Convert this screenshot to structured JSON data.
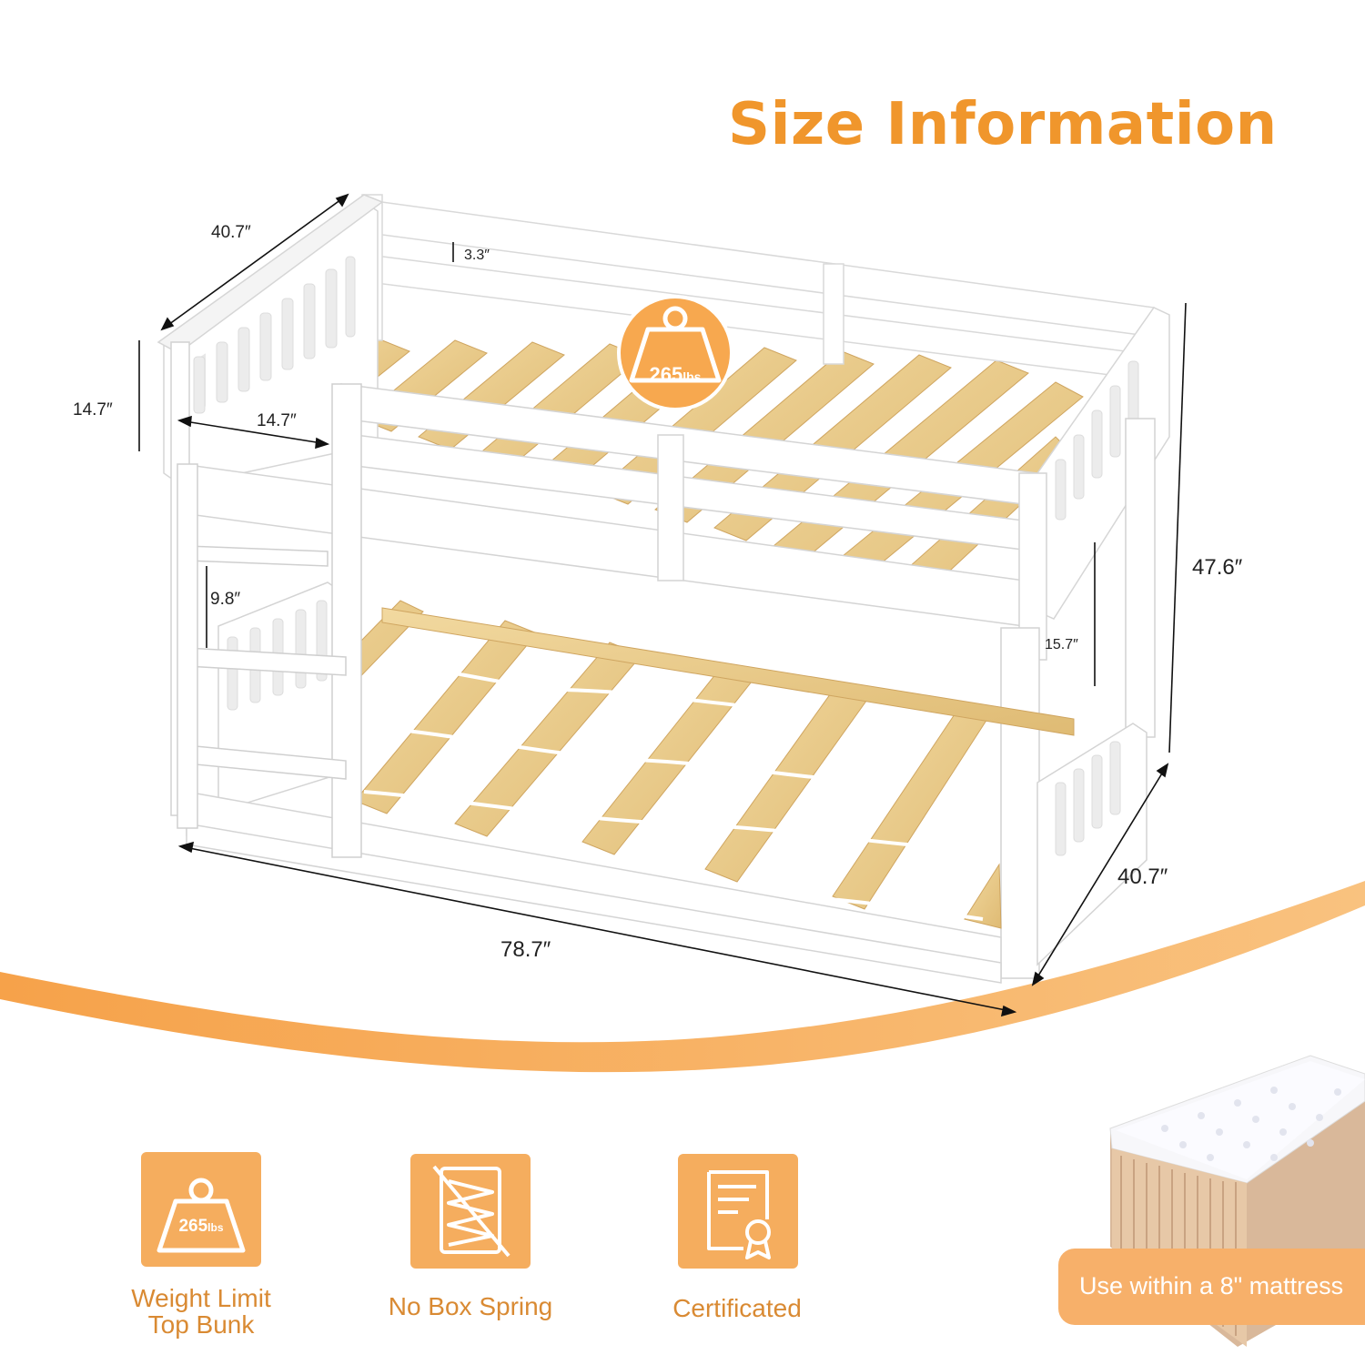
{
  "title": "Size Information",
  "dimensions": {
    "top_depth": "40.7″",
    "guardrail_gap": "3.3″",
    "guardrail_height": "14.7″",
    "ladder_entry_width": "14.7″",
    "ladder_step": "9.8″",
    "under_bunk_clearance": "15.7″",
    "total_height": "47.6″",
    "bottom_depth": "40.7″",
    "length": "78.7″"
  },
  "weight_badge": {
    "value": "265",
    "unit": "lbs"
  },
  "features": [
    {
      "icon": "weight-icon",
      "label_line1": "Weight Limit",
      "label_line2": "Top Bunk",
      "value": "265",
      "unit": "lbs"
    },
    {
      "icon": "no-box-spring-icon",
      "label_line1": "No Box Spring"
    },
    {
      "icon": "certificate-icon",
      "label_line1": "Certificated"
    }
  ],
  "mattress_note": "Use  within a 8\" mattress",
  "colors": {
    "accent": "#f0962c",
    "tile": "#f5ad5e",
    "wave": "#f7a94a",
    "frame": "#ffffff",
    "slat": "#e8c98b"
  }
}
